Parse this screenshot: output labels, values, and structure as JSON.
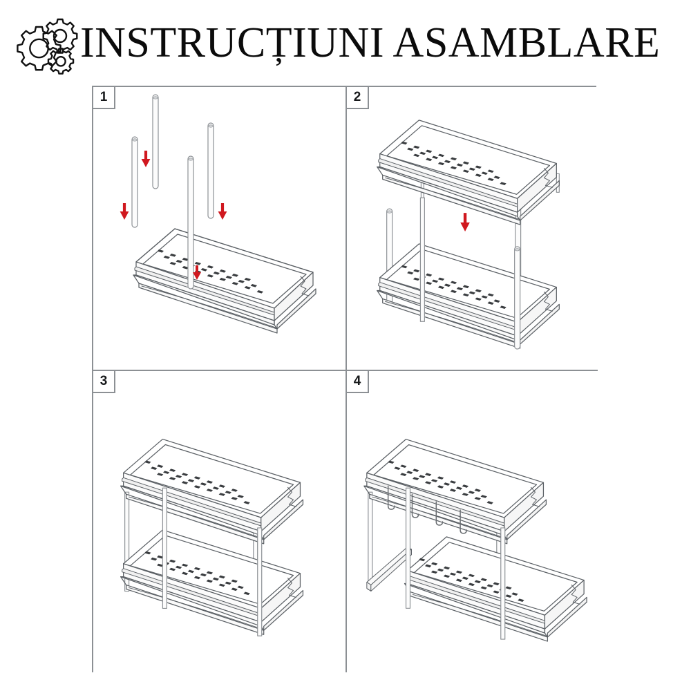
{
  "header": {
    "title": "INSTRUCȚIUNI ASAMBLARE",
    "logo_icon": "gears-icon",
    "logo_gear_count": 3
  },
  "colors": {
    "page_background": "#ffffff",
    "panel_border": "#8c9094",
    "line_art_stroke": "#5b6065",
    "line_art_fill": "#ffffff",
    "perforation": "#3a3d40",
    "arrow_red": "#d0181f",
    "title_text": "#0b0b0b",
    "badge_text": "#17191b"
  },
  "panels": [
    {
      "number": "1",
      "name": "step-1-insert-rods",
      "description": "Four vertical rods are lowered into the corner sockets of the bottom perforated basket.",
      "rod_count": 4,
      "basket_count": 1,
      "arrow_count": 4,
      "arrow_direction": "down"
    },
    {
      "number": "2",
      "name": "step-2-attach-upper-basket",
      "description": "The upper perforated basket is lowered onto the four rods above the bottom basket.",
      "rod_count": 4,
      "basket_count": 2,
      "arrow_count": 1,
      "arrow_direction": "down"
    },
    {
      "number": "3",
      "name": "step-3-assembled-rack",
      "description": "The two-tier rack fully assembled with both baskets fixed on the rods.",
      "rod_count": 4,
      "basket_count": 2,
      "arrow_count": 0,
      "arrow_direction": "none"
    },
    {
      "number": "4",
      "name": "step-4-hooks-and-sliding-tray",
      "description": "Four hooks are mounted under the front rail of the top basket and the lower basket slides out as a drawer.",
      "rod_count": 4,
      "basket_count": 2,
      "hook_count": 4,
      "arrow_count": 0,
      "arrow_direction": "none"
    }
  ]
}
